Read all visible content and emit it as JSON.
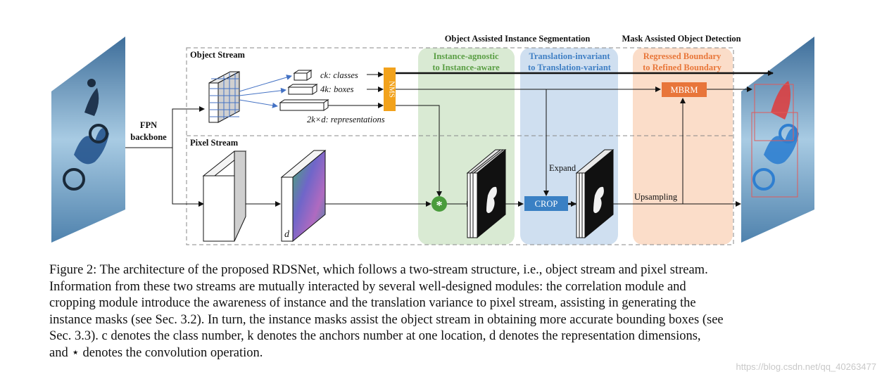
{
  "figure": {
    "section_titles": {
      "oais": "Object Assisted Instance Segmentation",
      "maod": "Mask Assisted Object Detection"
    },
    "stream_labels": {
      "object": "Object Stream",
      "pixel": "Pixel Stream"
    },
    "backbone_label": [
      "FPN",
      "backbone"
    ],
    "outputs": {
      "classes": "ck: classes",
      "boxes": "4k: boxes",
      "representations": "2k×d: representations"
    },
    "nms_label": "NMS",
    "modules": {
      "green_title": [
        "Instance-agnostic",
        "to Instance-aware"
      ],
      "blue_title": [
        "Translation-invariant",
        "to Translation-variant"
      ],
      "orange_title": [
        "Regressed Boundary",
        "to Refined Boundary"
      ]
    },
    "crop_label": "CROP",
    "mbrm_label": "MBRM",
    "expand_label": "Expand",
    "upsampling_label": "Upsampling",
    "d_label": "d",
    "correlation_symbol": "*",
    "colors": {
      "green_bg": "#d9ead3",
      "blue_bg": "#cfdff0",
      "orange_bg": "#fbddc9",
      "green_text": "#5a9e44",
      "blue_text": "#3f7fc4",
      "orange_text": "#e8773a",
      "nms": "#f2a21c",
      "crop": "#3a80c4",
      "mbrm": "#e8753a",
      "correlation": "#4a9c3c",
      "arrow_blue": "#4472c4"
    }
  },
  "caption_lines": [
    "Figure 2: The architecture of the proposed RDSNet, which follows a two-stream structure, i.e., object stream and pixel stream.",
    "Information from these two streams are mutually interacted by several well-designed modules: the correlation module and",
    "cropping module introduce the awareness of instance and the translation variance to pixel stream, assisting in generating the",
    "instance masks (see Sec. 3.2). In turn, the instance masks assist the object stream in obtaining more accurate bounding boxes (see",
    "Sec. 3.3). c denotes the class number, k denotes the anchors number at one location, d denotes the representation dimensions,",
    "and ⋆ denotes the convolution operation."
  ],
  "watermark": "https://blog.csdn.net/qq_40263477"
}
